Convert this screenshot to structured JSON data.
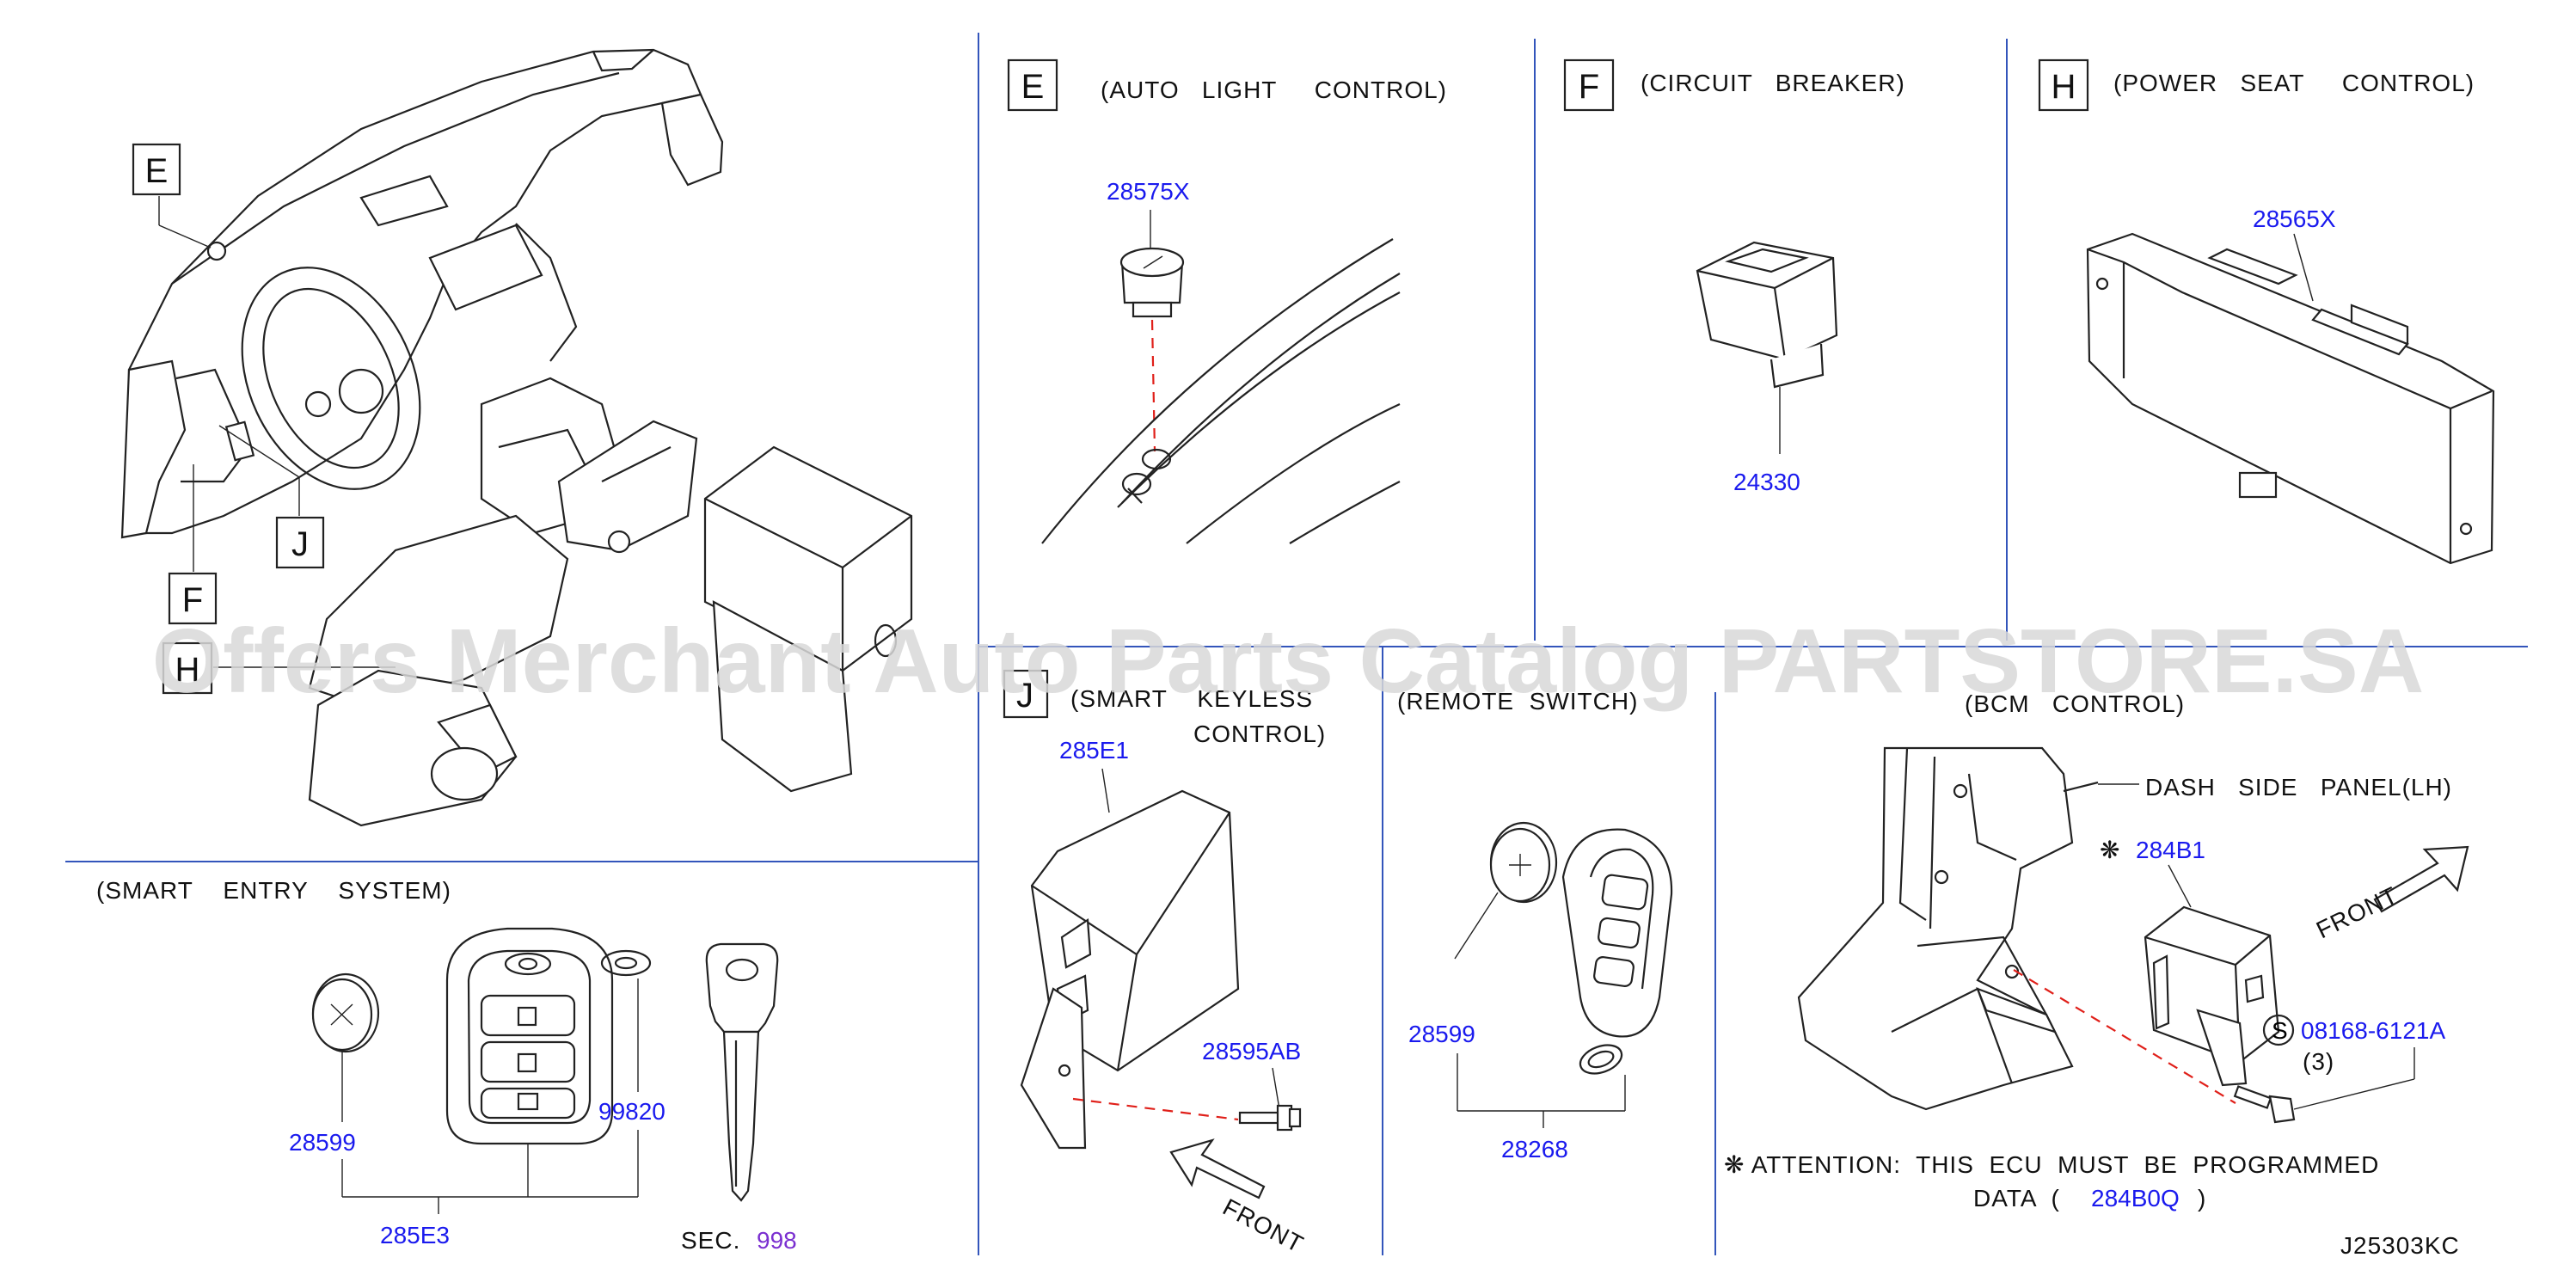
{
  "colors": {
    "part_number": "#1a1aee",
    "section_link": "#7a2fd0",
    "divider": "#3355bb",
    "guide_dashed": "#e0201a",
    "watermark": "#d8d8d8"
  },
  "overview": {
    "callouts": [
      "E",
      "J",
      "F",
      "H"
    ]
  },
  "sections": {
    "E": {
      "box": "E",
      "title": "(AUTO   LIGHT     CONTROL)",
      "parts": [
        "28575X"
      ]
    },
    "F": {
      "box": "F",
      "title": "(CIRCUIT   BREAKER)",
      "parts": [
        "24330"
      ]
    },
    "H": {
      "box": "H",
      "title": "(POWER   SEAT     CONTROL)",
      "parts": [
        "28565X"
      ]
    },
    "J": {
      "box": "J",
      "title_line1": "(SMART    KEYLESS",
      "title_line2": "CONTROL)",
      "parts": [
        "285E1",
        "28595AB"
      ],
      "front": "FRONT"
    },
    "remote": {
      "title": "(REMOTE  SWITCH)",
      "parts": [
        "28599",
        "28268"
      ]
    },
    "bcm": {
      "title": "(BCM   CONTROL)",
      "panel_label": "DASH   SIDE   PANEL(LH)",
      "parts": [
        "284B1",
        "08168-6121A"
      ],
      "qty": "(3)",
      "s_mark": "S",
      "star": "❋",
      "front": "FRONT",
      "attention_line1": "❋ ATTENTION:  THIS  ECU  MUST  BE  PROGRAMMED",
      "attention_line2_prefix": "DATA  (",
      "attention_part": "284B0Q",
      "attention_line2_suffix": ")"
    },
    "smart_entry": {
      "title": "(SMART    ENTRY    SYSTEM)",
      "parts": [
        "28599",
        "99820",
        "285E3"
      ],
      "sec_label": "SEC.",
      "sec_number": "998"
    }
  },
  "diagram_code": "J25303KC",
  "watermark": "Offers Merchant Auto Parts Catalog PARTSTORE.SA"
}
